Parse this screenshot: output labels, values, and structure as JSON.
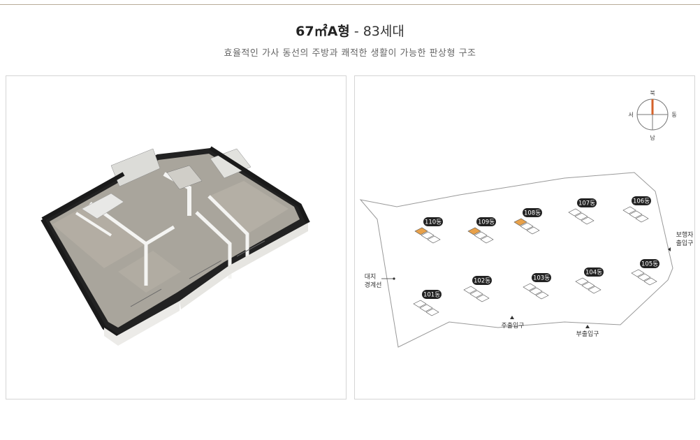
{
  "header": {
    "unit_type": "67㎡A형",
    "separator": " - ",
    "households": "83세대",
    "subtitle": "효율적인 가사 동선의 주방과 쾌적한 생활이 가능한 판상형 구조"
  },
  "compass": {
    "north": "북",
    "south": "남",
    "east": "동",
    "west": "서"
  },
  "site_plan": {
    "buildings": [
      {
        "label": "110동",
        "highlight": true
      },
      {
        "label": "109동",
        "highlight": true
      },
      {
        "label": "108동",
        "highlight": true
      },
      {
        "label": "107동",
        "highlight": false
      },
      {
        "label": "106동",
        "highlight": false
      },
      {
        "label": "101동",
        "highlight": false
      },
      {
        "label": "102동",
        "highlight": false
      },
      {
        "label": "103동",
        "highlight": false
      },
      {
        "label": "104동",
        "highlight": false
      },
      {
        "label": "105동",
        "highlight": false
      }
    ],
    "labels": {
      "boundary_line_1": "대지",
      "boundary_line_2": "경계선",
      "main_entrance": "주출입구",
      "sub_entrance": "부출입구",
      "pedestrian_1": "보행자",
      "pedestrian_2": "출입구"
    }
  },
  "colors": {
    "highlight": "#e8a14a",
    "badge": "#222222",
    "accent_line": "#b8ab98",
    "north_needle": "#d4622a"
  }
}
